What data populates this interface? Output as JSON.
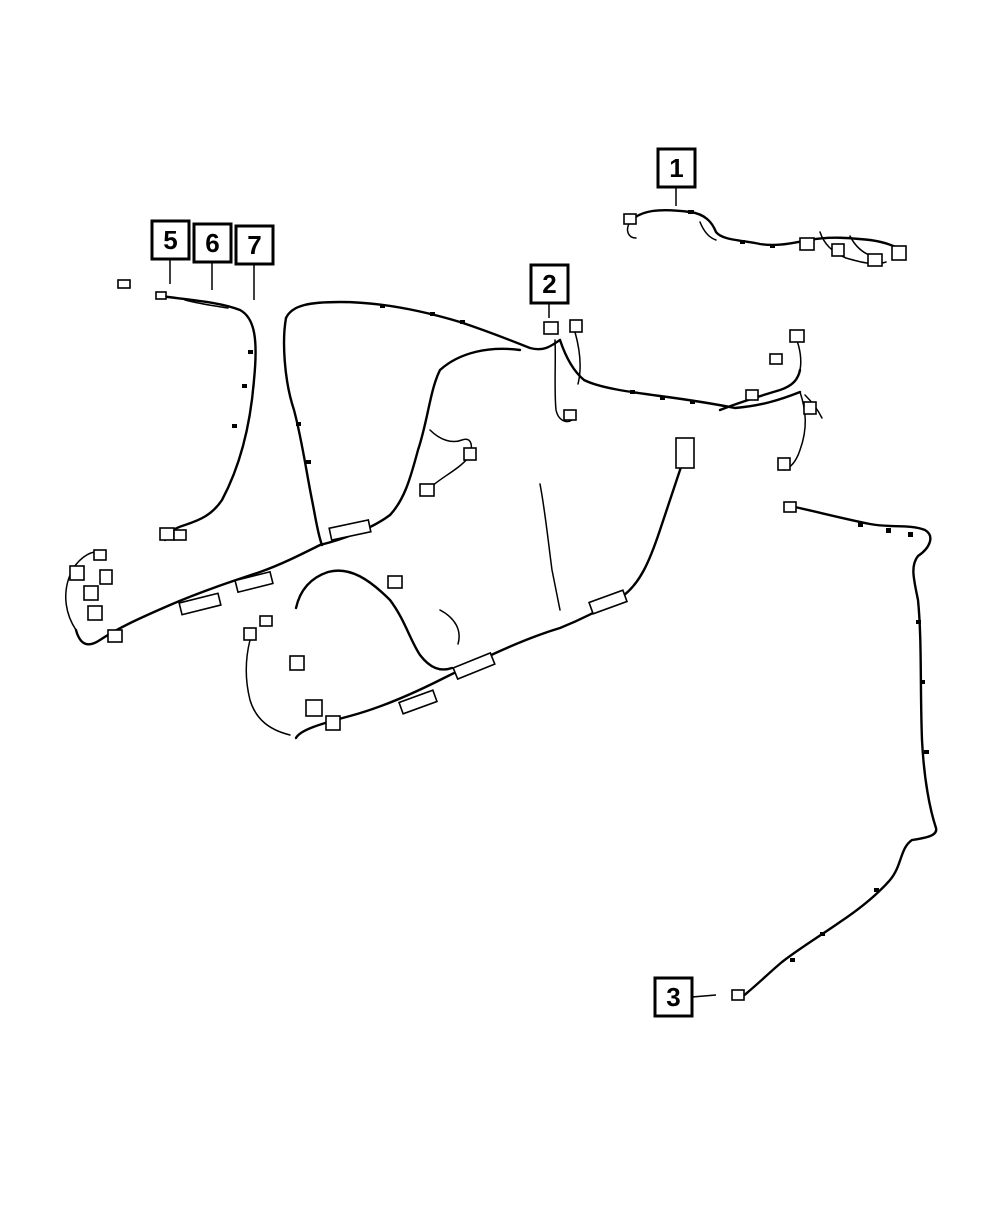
{
  "callouts": [
    {
      "id": "callout-1",
      "label": "1"
    },
    {
      "id": "callout-2",
      "label": "2"
    },
    {
      "id": "callout-3",
      "label": "3"
    },
    {
      "id": "callout-5",
      "label": "5"
    },
    {
      "id": "callout-6",
      "label": "6"
    },
    {
      "id": "callout-7",
      "label": "7"
    }
  ]
}
